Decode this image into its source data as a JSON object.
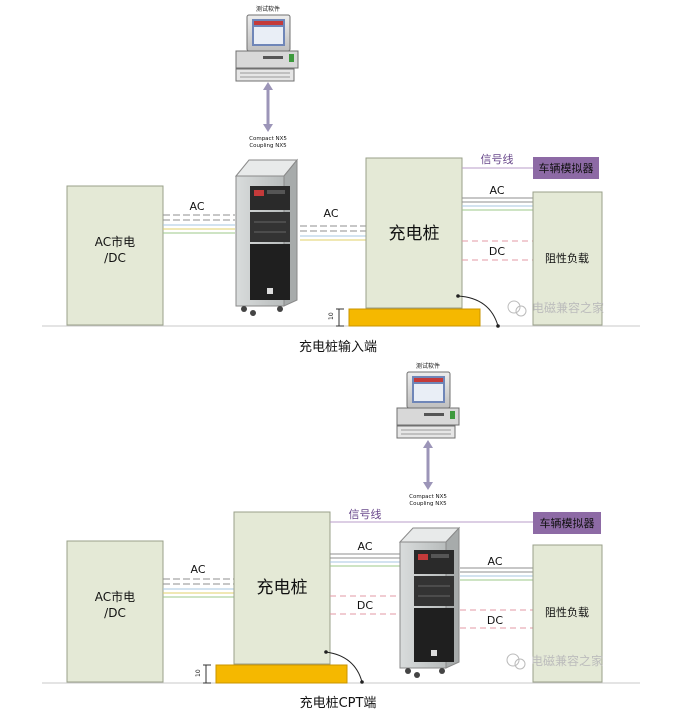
{
  "colors": {
    "box_fill": "#e4e9d6",
    "box_stroke": "#9aa08a",
    "platform": "#f5b800",
    "vehicle_box": "#8d6aa5",
    "signal_line": "#b89cc8",
    "dc_line": "#e39aa4",
    "ac_lines": [
      "#8f8f8f",
      "#a7c7e0",
      "#e0d26a",
      "#9dc98a"
    ]
  },
  "top": {
    "software_label": "测试软件",
    "compact_line1": "Compact NX5",
    "compact_line2": "Coupling NX5",
    "grid_box": "AC市电\n/DC",
    "ac_label_left": "AC",
    "ac_label_mid": "AC",
    "charger_label": "充电桩",
    "signal_label": "信号线",
    "vehicle_label": "车辆模拟器",
    "ac_label_right": "AC",
    "dc_label_right": "DC",
    "load_label": "阻性负载",
    "dim_label": "10",
    "watermark": "电磁兼容之家",
    "caption": "充电桩输入端"
  },
  "bottom": {
    "software_label": "测试软件",
    "compact_line1": "Compact NX5",
    "compact_line2": "Coupling NX5",
    "grid_box": "AC市电\n/DC",
    "ac_label_left": "AC",
    "charger_label": "充电桩",
    "signal_label": "信号线",
    "vehicle_label": "车辆模拟器",
    "ac_label_mid": "AC",
    "dc_label_mid": "DC",
    "ac_label_right": "AC",
    "dc_label_right": "DC",
    "load_label": "阻性负载",
    "dim_label": "10",
    "watermark": "电磁兼容之家",
    "caption": "充电桩CPT端"
  }
}
